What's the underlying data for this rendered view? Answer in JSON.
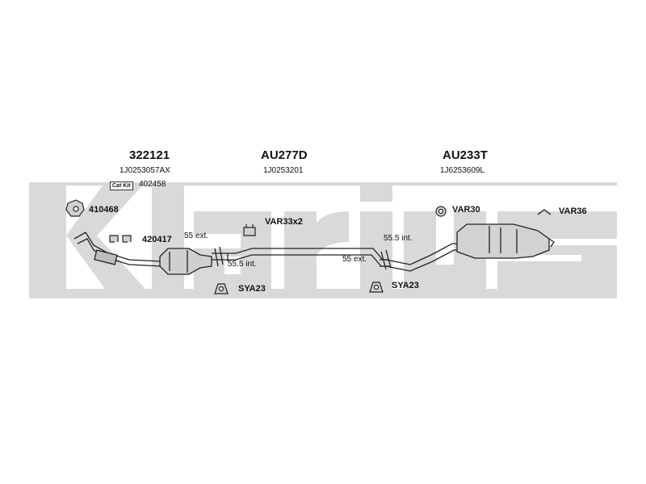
{
  "watermark": "Klarius",
  "sections": [
    {
      "code": "322121",
      "ref": "1J0253057AX"
    },
    {
      "code": "AU277D",
      "ref": "1J0253201"
    },
    {
      "code": "AU233T",
      "ref": "1J6253609L"
    }
  ],
  "cat_kit": {
    "label": "Cat Kit",
    "code": "402458"
  },
  "parts": {
    "gasket_1": "410468",
    "gasket_2": "420417",
    "hanger_mid": "VAR33x2",
    "clamp_1": "SYA23",
    "clamp_2": "SYA23",
    "hanger_rear": "VAR30",
    "hanger_tail": "VAR36"
  },
  "joints": {
    "front_ext": "55 ext.",
    "front_int": "55.5 int.",
    "rear_int": "55.5 int.",
    "rear_ext": "55 ext."
  },
  "colors": {
    "watermark": "#d9d9d9",
    "line": "#222222",
    "fill": "#cfcfcf"
  }
}
